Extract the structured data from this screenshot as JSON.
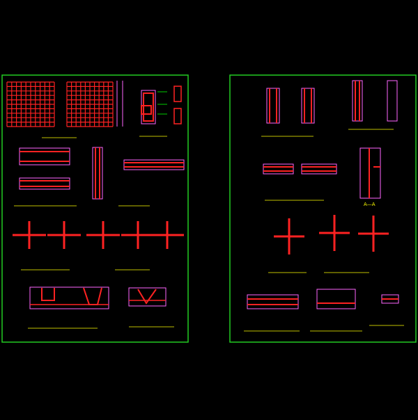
{
  "colors": {
    "background": "#000000",
    "frame": "#22cc22",
    "rebar": "#ff2222",
    "outline": "#ff66ff",
    "dimension": "#ffffff",
    "label": "#ffff00",
    "note": "#00ff00",
    "accent": "#00c8ff"
  },
  "sheets": [
    {
      "id": "left",
      "details": [
        "mesh-grid-detail",
        "column-section-detail",
        "wall-beam-elevation",
        "wall-joint-detail",
        "ring-beam-joint-detail",
        "column-slab-detail",
        "foundation-section",
        "pile-cap-detail"
      ]
    },
    {
      "id": "right",
      "details": [
        "column-section-pair",
        "wall-column-section",
        "slab-beam-detail",
        "section-a-a",
        "beam-column-joint-left",
        "beam-column-joint-right",
        "slab-edge-detail",
        "beam-opening-detail",
        "anchor-detail"
      ],
      "section_marker": "A—A"
    }
  ]
}
